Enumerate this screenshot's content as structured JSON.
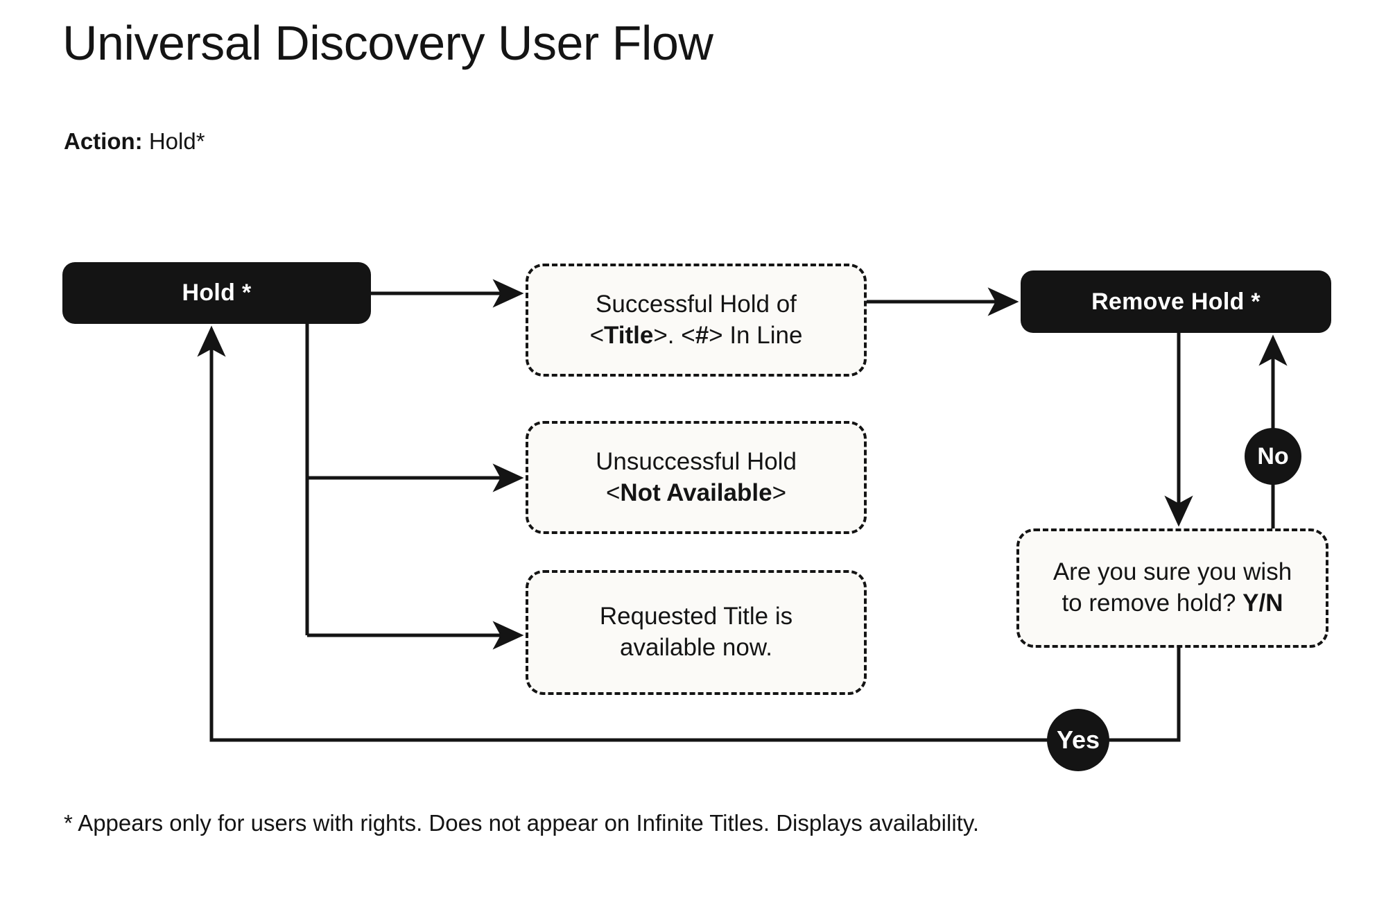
{
  "page": {
    "title": "Universal Discovery User Flow",
    "action_label": "Action:",
    "action_value": "Hold*",
    "footnote": "* Appears only for users with rights. Does not appear on Infinite Titles. Displays availability."
  },
  "colors": {
    "ink": "#141414",
    "page_background": "#ffffff",
    "dashed_fill": "#fbfaf7",
    "solid_node_text": "#ffffff"
  },
  "nodes": {
    "hold": {
      "label": "Hold *",
      "type": "action",
      "style": "solid-black"
    },
    "successful_hold": {
      "line1": "Successful Hold of",
      "line2_pre": "<",
      "line2_bold1": "Title",
      "line2_mid": ">.  <",
      "line2_bold2": "#",
      "line2_post": "> In Line",
      "type": "message",
      "style": "dashed"
    },
    "unsuccessful_hold": {
      "line1": "Unsuccessful Hold",
      "line2_pre": "<",
      "line2_bold": "Not Available",
      "line2_post": ">",
      "type": "message",
      "style": "dashed"
    },
    "available_now": {
      "line1": "Requested Title is",
      "line2": "available now.",
      "type": "message",
      "style": "dashed"
    },
    "remove_hold": {
      "label": "Remove Hold *",
      "type": "action",
      "style": "solid-black"
    },
    "confirm_remove": {
      "line1": "Are you sure you wish",
      "line2_pre": "to remove hold? ",
      "line2_bold": "Y/N",
      "type": "message",
      "style": "dashed"
    }
  },
  "badges": {
    "no": {
      "label": "No"
    },
    "yes": {
      "label": "Yes"
    }
  }
}
